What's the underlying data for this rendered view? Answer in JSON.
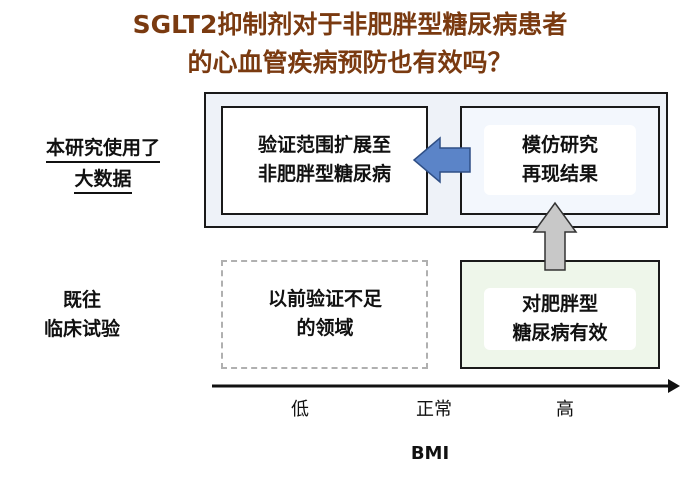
{
  "title": {
    "line1": "SGLT2抑制剂对于非肥胖型糖尿病患者",
    "line2": "的心血管疾病预防也有效吗？"
  },
  "row_labels": {
    "this_study": [
      "本研究使用了",
      "大数据"
    ],
    "prior_trials": [
      "既往",
      "临床试验"
    ]
  },
  "boxes": {
    "new_area": [
      "验证范围扩展至",
      "非肥胖型糖尿病"
    ],
    "replicate": [
      "模仿研究",
      "再现结果"
    ],
    "prior_gap": [
      "以前验证不足",
      "的领域"
    ],
    "effective": [
      "对肥胖型",
      "糖尿病有效"
    ]
  },
  "axis": {
    "label": "BMI",
    "ticks": [
      "低",
      "正常",
      "高"
    ]
  },
  "colors": {
    "title": "#7a3a10",
    "arrow_blue": "#5b84c8",
    "arrow_gray": "#c8c8c8",
    "frame_fill": "#eef2f8",
    "effective_fill": "#eef6ea"
  }
}
